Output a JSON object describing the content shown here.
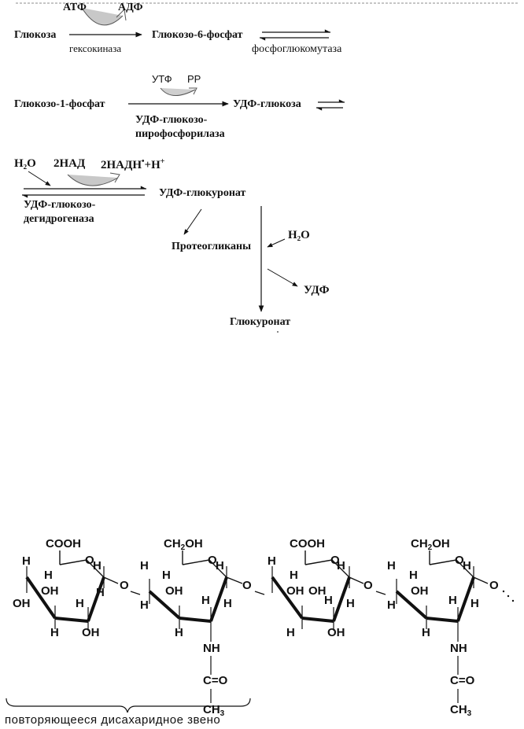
{
  "pathway": {
    "atp": "АТФ",
    "adp": "АДФ",
    "glucose": "Глюкоза",
    "hexokinase": "гексокиназа",
    "g6p": "Глюкозо-6-фосфат",
    "phosphoglucomutase": "фосфоглюкомутаза",
    "utp": "УТФ",
    "pp": "PP",
    "g1p": "Глюкозо-1-фосфат",
    "udp_glucose": "УДФ-глюкоза",
    "pyrophosphorylase_1": "УДФ-глюкозо-",
    "pyrophosphorylase_2": "пирофосфорилаза",
    "h2o_a": "H₂O",
    "nad": "2НАД",
    "nadh_base": "2НАДН",
    "nadh_tail": "+H",
    "dehydrogenase_1": "УДФ-глюкозо-",
    "dehydrogenase_2": "дегидрогеназа",
    "udp_glucuronate": "УДФ-глюкуронат",
    "proteoglycans": "Протеогликаны",
    "h2o_b": "H₂O",
    "udp": "УДФ",
    "glucuronate": "Глюкуронат"
  },
  "structure": {
    "cooh": "COOH",
    "ch2": "CH",
    "oh": "OH",
    "two": "2",
    "three": "3",
    "h": "H",
    "o": "O",
    "nh": "NH",
    "c_eq_o": "C=O",
    "ch": "CH",
    "caption": "повторяющееся дисахаридное звено"
  }
}
